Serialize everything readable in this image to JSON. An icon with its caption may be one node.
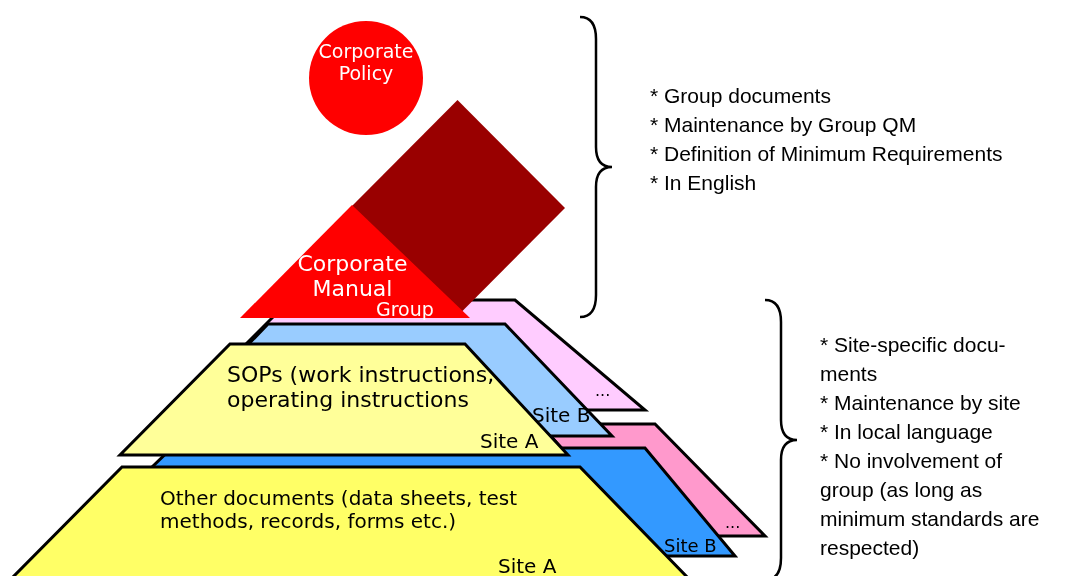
{
  "diagram": {
    "nodes": [
      {
        "text": [
          "Corporate Policy"
        ]
      },
      {
        "text": [],
        "shape": "diamond"
      },
      {
        "text": [
          "Corporate Manual"
        ]
      },
      {
        "text": [
          "..."
        ]
      },
      {
        "text": [
          "Site B"
        ]
      },
      {
        "text": [
          "SOPs (work instructions, operating instructions",
          "Site A"
        ]
      },
      {
        "text": [
          "..."
        ]
      },
      {
        "text": [
          "Site B"
        ]
      },
      {
        "text": [
          "Other documents (data sheets, test methods, records, forms etc.)",
          "Site A"
        ]
      }
    ],
    "labels": [
      "Group",
      "* Group documents",
      "* Maintenance by Group QM",
      "* Definition of Minimum Requirements",
      "* In English",
      "* Site-specific docu- ments",
      "* Maintenance by site",
      "* In local language",
      "* No involvement of group (as long as minimum standards are respected)"
    ]
  }
}
